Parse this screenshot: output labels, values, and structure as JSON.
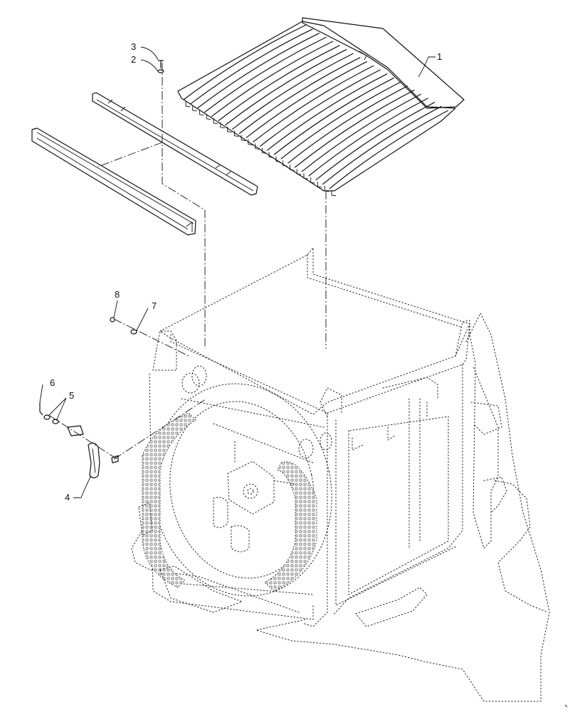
{
  "callouts": [
    {
      "id": "callout-1",
      "label": "1"
    },
    {
      "id": "callout-2",
      "label": "2"
    },
    {
      "id": "callout-3",
      "label": "3"
    },
    {
      "id": "callout-4",
      "label": "4"
    },
    {
      "id": "callout-5",
      "label": "5"
    },
    {
      "id": "callout-6",
      "label": "6"
    },
    {
      "id": "callout-7",
      "label": "7"
    },
    {
      "id": "callout-8",
      "label": "8"
    }
  ],
  "colors": {
    "line": "#111111",
    "background": "#ffffff"
  }
}
